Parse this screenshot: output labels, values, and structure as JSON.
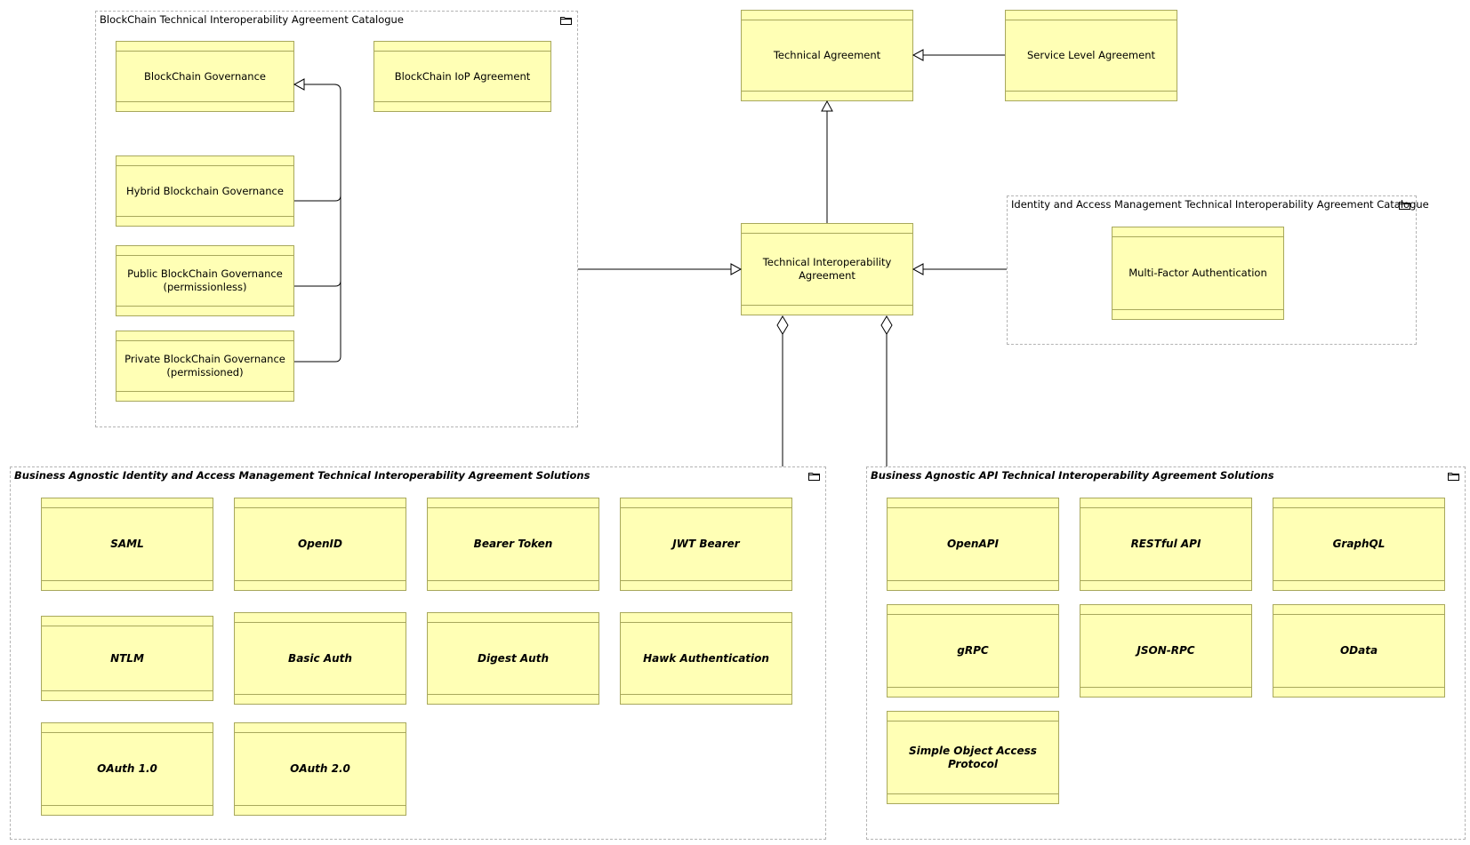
{
  "groups": {
    "blockchain_catalogue": "BlockChain Technical Interoperability Agreement Catalogue",
    "iam_catalogue": "Identity and Access Management Technical Interoperability Agreement Catalogue",
    "iam_solutions": "Business Agnostic Identity and Access Management Technical Interoperability Agreement Solutions",
    "api_solutions": "Business Agnostic API Technical Interoperability Agreement Solutions"
  },
  "elements": {
    "technical_agreement": "Technical Agreement",
    "service_level_agreement": "Service Level Agreement",
    "technical_interoperability_agreement": "Technical Interoperability Agreement",
    "blockchain_governance": "BlockChain Governance",
    "blockchain_iop_agreement": "BlockChain IoP Agreement",
    "hybrid_blockchain_governance": "Hybrid Blockchain Governance",
    "public_blockchain_governance": "Public BlockChain Governance (permissionless)",
    "private_blockchain_governance": "Private BlockChain Governance (permissioned)",
    "multi_factor_authentication": "Multi-Factor Authentication"
  },
  "iam_solutions": [
    "SAML",
    "OpenID",
    "Bearer Token",
    "JWT Bearer",
    "NTLM",
    "Basic Auth",
    "Digest Auth",
    "Hawk Authentication",
    "OAuth 1.0",
    "OAuth 2.0"
  ],
  "api_solutions": [
    "OpenAPI",
    "RESTful API",
    "GraphQL",
    "gRPC",
    "JSON-RPC",
    "OData",
    "Simple Object Access Protocol"
  ],
  "colors": {
    "element_fill": "#ffffb5",
    "element_border": "#a8a85c",
    "group_border": "#b4b4b4",
    "line": "#000000"
  },
  "icons": [
    "folder-icon"
  ]
}
